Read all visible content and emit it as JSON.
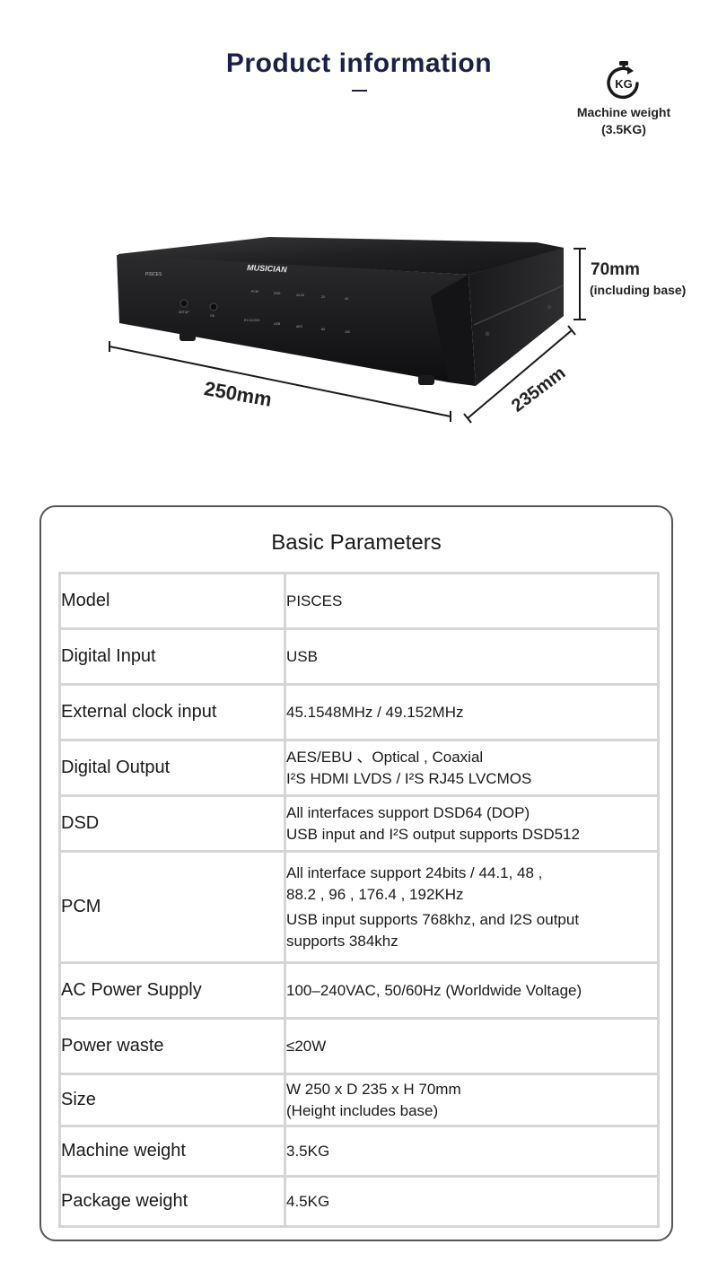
{
  "header": {
    "title": "Product information",
    "weight_badge": {
      "icon_text": "KG",
      "label": "Machine weight",
      "value": "(3.5KG)"
    }
  },
  "product": {
    "brand": "MUSICIAN",
    "model_badge": "PISCES",
    "panel_labels": [
      "SETUP",
      "OK",
      "PCM",
      "DSD",
      "44.1K",
      "2X",
      "4X",
      "EX.CLOCK",
      "USB",
      "AES",
      "8X",
      "16X"
    ],
    "dimensions": {
      "width": "250mm",
      "depth": "235mm",
      "height": "70mm",
      "height_note": "(including base)"
    }
  },
  "params": {
    "title": "Basic Parameters",
    "rows": [
      {
        "key": "Model",
        "lines": [
          "PISCES"
        ]
      },
      {
        "key": "Digital Input",
        "lines": [
          "USB"
        ]
      },
      {
        "key": "External clock input",
        "lines": [
          "45.1548MHz / 49.152MHz"
        ]
      },
      {
        "key": "Digital Output",
        "lines": [
          "AES/EBU 、Optical , Coaxial",
          "I²S HDMI LVDS  / I²S RJ45 LVCMOS"
        ]
      },
      {
        "key": "DSD",
        "lines": [
          "All interfaces support DSD64 (DOP)",
          "USB input and I²S output supports DSD512"
        ]
      },
      {
        "key": "PCM",
        "lines": [
          "All interface support 24bits / 44.1, 48 ,",
          "88.2 , 96 , 176.4 , 192KHz"
        ],
        "lines2": [
          "USB input supports 768khz, and I2S output",
          "supports 384khz"
        ]
      },
      {
        "key": "AC Power Supply",
        "lines": [
          "100–240VAC, 50/60Hz (Worldwide Voltage)"
        ]
      },
      {
        "key": "Power waste",
        "lines": [
          "≤20W"
        ]
      },
      {
        "key": "Size",
        "lines": [
          "W 250 x D 235 x H 70mm",
          "(Height includes base)"
        ]
      },
      {
        "key": "Machine weight",
        "lines": [
          "3.5KG"
        ]
      },
      {
        "key": "Package weight",
        "lines": [
          "4.5KG"
        ]
      }
    ]
  }
}
